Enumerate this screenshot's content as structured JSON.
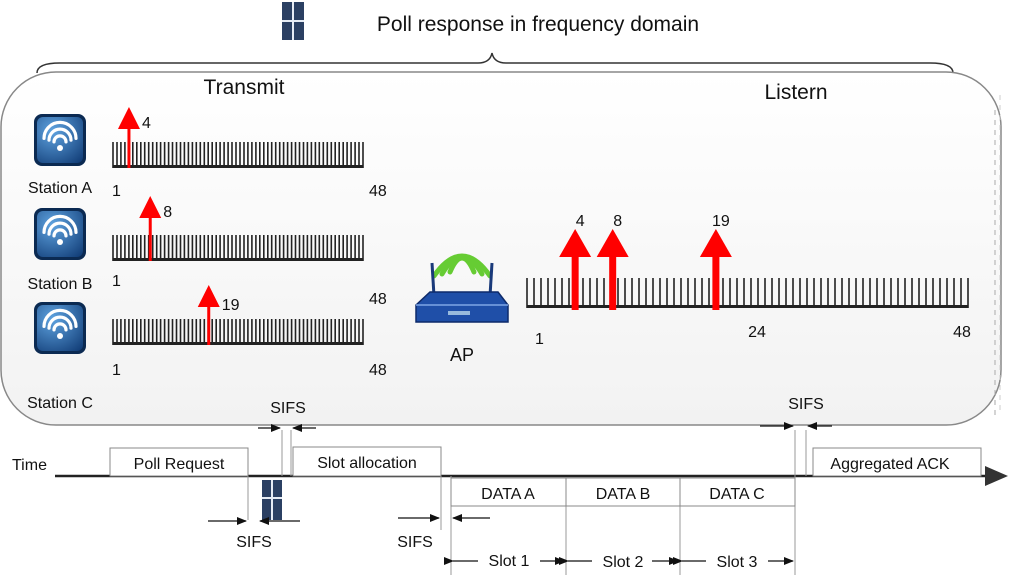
{
  "title": "Poll response in frequency domain",
  "sections": {
    "transmit": "Transmit",
    "listen": "Listern"
  },
  "stations": [
    {
      "name": "Station A",
      "subcarrier_label": "4",
      "subcarrier": 4,
      "start_label": "1",
      "end_label": "48"
    },
    {
      "name": "Station B",
      "subcarrier_label": "8",
      "subcarrier": 8,
      "start_label": "1",
      "end_label": "48"
    },
    {
      "name": "Station C",
      "subcarrier_label": "19",
      "subcarrier": 19,
      "start_label": "1",
      "end_label": "48"
    }
  ],
  "ap": {
    "label": "AP",
    "received": [
      {
        "label": "4",
        "subcarrier": 4
      },
      {
        "label": "8",
        "subcarrier": 8
      },
      {
        "label": "19",
        "subcarrier": 19
      }
    ],
    "start_label": "1",
    "mid_label": "24",
    "end_label": "48"
  },
  "timeline": {
    "time_label": "Time",
    "poll_request": "Poll Request",
    "slot_allocation": "Slot allocation",
    "aggregated_ack": "Aggregated ACK",
    "sifs_labels": [
      "SIFS",
      "SIFS",
      "SIFS",
      "SIFS"
    ],
    "data": [
      "DATA A",
      "DATA B",
      "DATA C"
    ],
    "slots": [
      "Slot 1",
      "Slot 2",
      "Slot 3"
    ]
  },
  "colors": {
    "arrow": "#ff0000",
    "comb": "#222222",
    "wifi_tile": "#1f5f9f",
    "router": "#1f4fa8",
    "signal": "#66cc33"
  }
}
